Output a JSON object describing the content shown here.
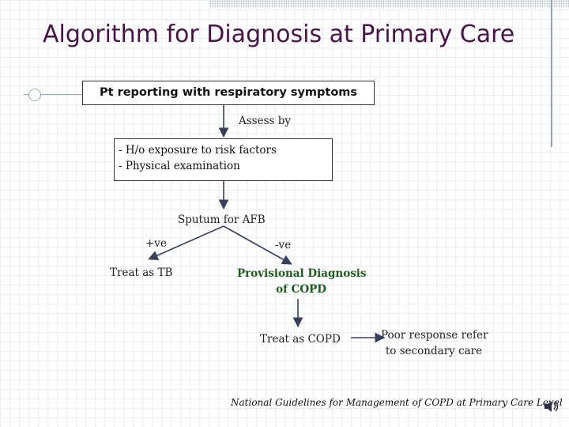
{
  "title": "Algorithm for Diagnosis at Primary Care",
  "flow": {
    "start_box": "Pt reporting with respiratory symptoms",
    "assess_label": "Assess by",
    "assess_items": [
      "- H/o exposure to risk factors",
      "- Physical examination"
    ],
    "sputum_label": "Sputum for AFB",
    "positive_label": "+ve",
    "negative_label": "-ve",
    "treat_tb": "Treat as TB",
    "provisional_diagnosis": [
      "Provisional Diagnosis",
      "of COPD"
    ],
    "treat_copd": "Treat as COPD",
    "poor_response": [
      "Poor response refer",
      "to secondary care"
    ]
  },
  "footnote": "National Guidelines for Management of COPD at Primary Care Level",
  "icons": {
    "speaker": "speaker-icon"
  },
  "colors": {
    "title": "#4b1149",
    "diagnosis": "#1e5c1e",
    "arrow": "#3a3f5c"
  }
}
